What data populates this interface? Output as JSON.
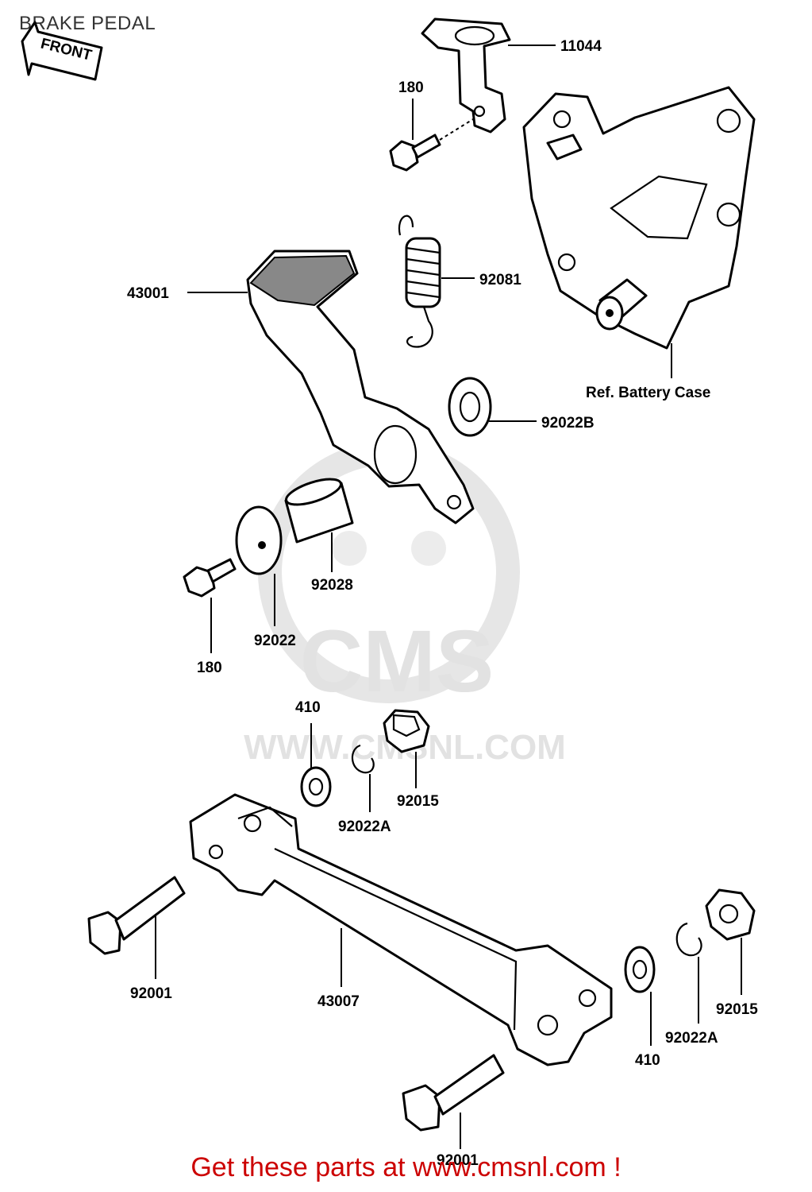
{
  "title": "BRAKE PEDAL",
  "front_arrow_label": "FRONT",
  "watermark": {
    "brand": "CMS",
    "url": "WWW.CMSNL.COM"
  },
  "footer": "Get these parts at www.cmsnl.com !",
  "colors": {
    "footer": "#cc0000",
    "watermark": "#e2e2e2",
    "lines": "#000000"
  },
  "labels": {
    "p11044": "11044",
    "p180_top": "180",
    "p92081": "92081",
    "p43001": "43001",
    "ref_battery": "Ref. Battery Case",
    "p92022B": "92022B",
    "p92028": "92028",
    "p92022": "92022",
    "p180_bottom": "180",
    "p410_top": "410",
    "p92015_top": "92015",
    "p92022A_top": "92022A",
    "p92001_left": "92001",
    "p43007": "43007",
    "p410_bottom": "410",
    "p92022A_bottom": "92022A",
    "p92015_bottom": "92015",
    "p92001_bottom": "92001"
  }
}
